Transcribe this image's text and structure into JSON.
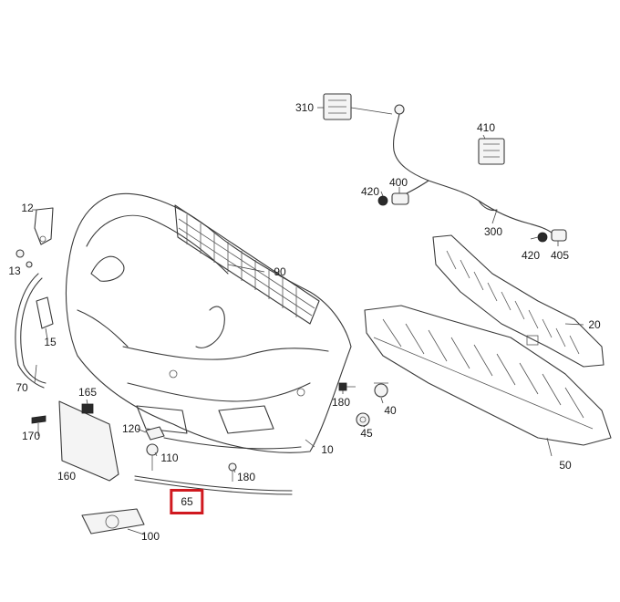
{
  "highlight_color": "#d0191f",
  "highlighted_part": "65",
  "parts": {
    "p10": "10",
    "p12": "12",
    "p13": "13",
    "p15": "15",
    "p20": "20",
    "p40": "40",
    "p45": "45",
    "p50": "50",
    "p65": "65",
    "p70": "70",
    "p90": "90",
    "p100": "100",
    "p110": "110",
    "p120": "120",
    "p160": "160",
    "p165": "165",
    "p170": "170",
    "p180a": "180",
    "p180b": "180",
    "p300": "300",
    "p310": "310",
    "p400": "400",
    "p405": "405",
    "p410": "410",
    "p420a": "420",
    "p420b": "420"
  }
}
